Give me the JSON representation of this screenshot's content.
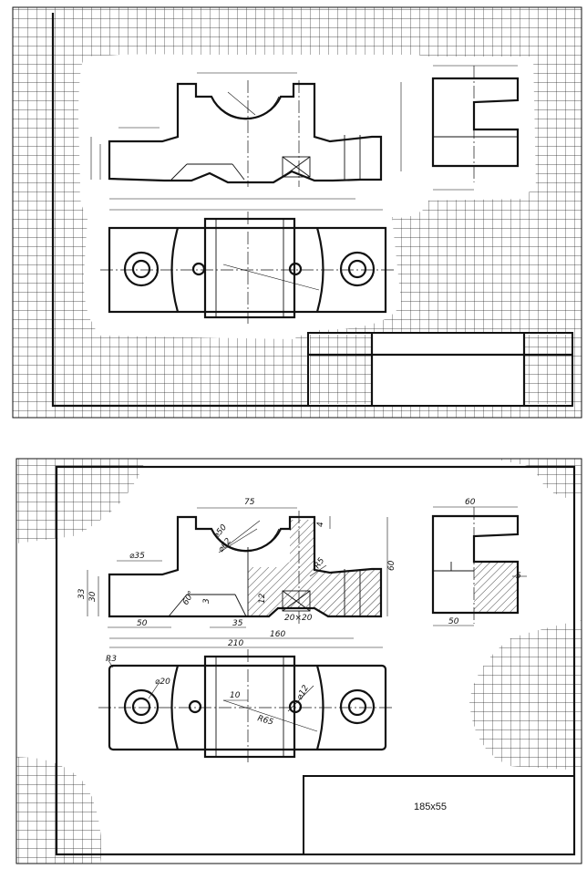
{
  "sheet_top": {},
  "sheet_bottom": {
    "dimensions": {
      "d75": "75",
      "d60_top": "60",
      "d4": "4",
      "d50_dia": "⌀50",
      "d62_dia": "⌀62",
      "d35_dia": "⌀35",
      "dR5": "R5",
      "d60_side": "60",
      "d33": "33",
      "d30": "30",
      "d12": "12",
      "d3": "3",
      "d60deg": "60°",
      "d20x20": "20×20",
      "d50_left": "50",
      "d35_bottom": "35",
      "d160": "160",
      "d210": "210",
      "d5": "5",
      "d50_side_bottom": "50",
      "dR3": "R3",
      "d20_dia": "⌀20",
      "d12_dia": "⌀12",
      "d10": "10",
      "dR65": "R65"
    },
    "title_block": {
      "size_label": "185x55"
    }
  }
}
